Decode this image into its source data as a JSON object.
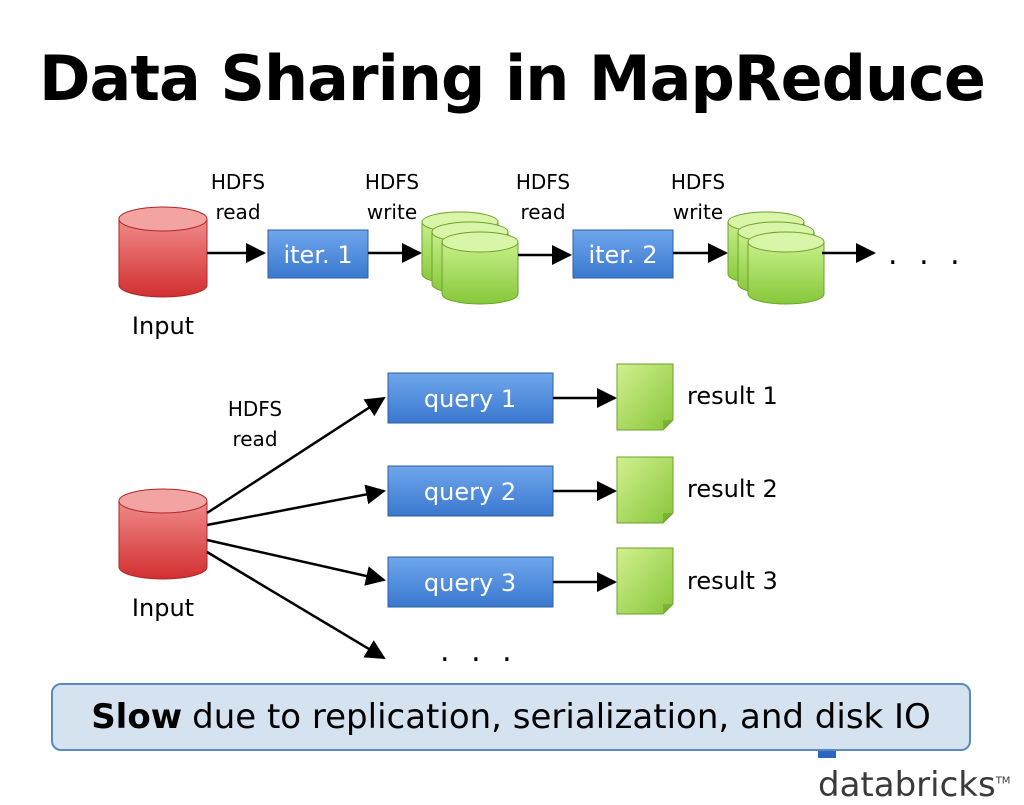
{
  "title": "Data Sharing in MapReduce",
  "top_row": {
    "input_label": "Input",
    "hdfs_labels": [
      {
        "line1": "HDFS",
        "line2": "read"
      },
      {
        "line1": "HDFS",
        "line2": "write"
      },
      {
        "line1": "HDFS",
        "line2": "read"
      },
      {
        "line1": "HDFS",
        "line2": "write"
      }
    ],
    "iter_boxes": [
      "iter. 1",
      "iter. 2"
    ],
    "ellipsis": ". . ."
  },
  "bottom_row": {
    "input_label": "Input",
    "hdfs_label": {
      "line1": "HDFS",
      "line2": "read"
    },
    "queries": [
      "query 1",
      "query 2",
      "query 3"
    ],
    "results": [
      "result 1",
      "result 2",
      "result 3"
    ],
    "ellipsis": ". . ."
  },
  "banner": {
    "bold": "Slow",
    "rest": "due to replication, serialization, and disk IO"
  },
  "logo": {
    "text": "databricks",
    "tm": "TM"
  },
  "colors": {
    "red_db": "#d9383a",
    "green_db": "#8fce3a",
    "blue_box": "#3f7fd6",
    "banner_bg": "#d5e2f0"
  }
}
